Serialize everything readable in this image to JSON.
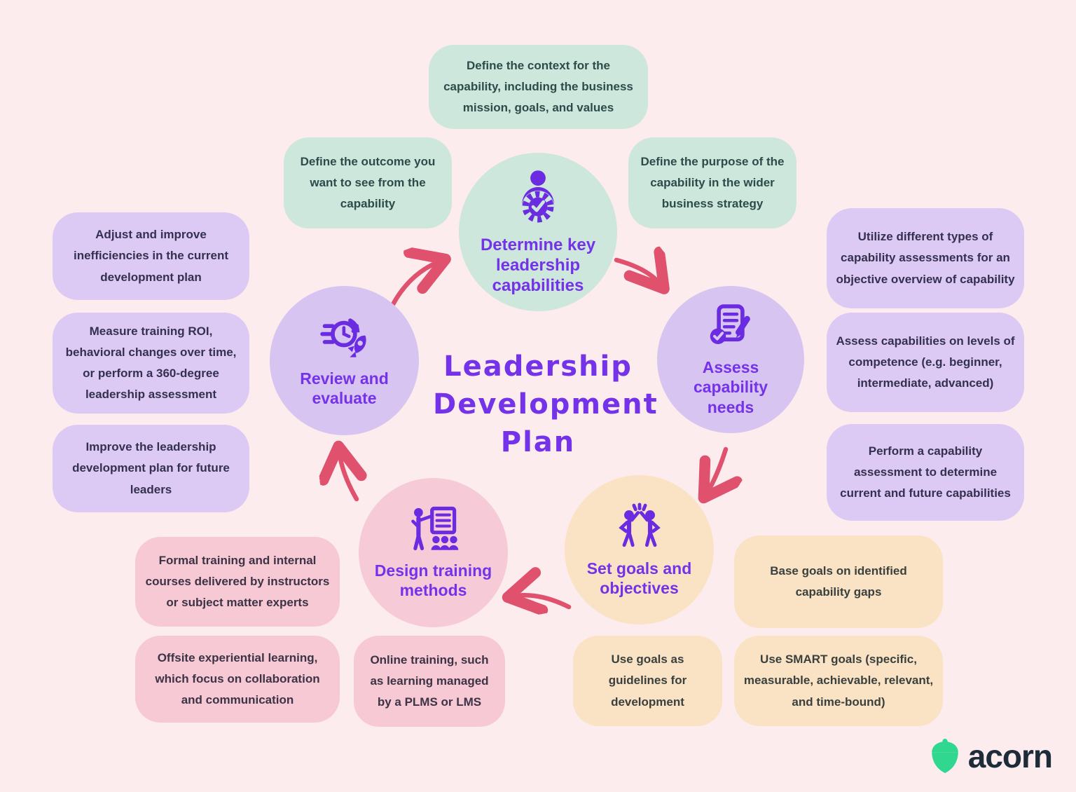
{
  "title": {
    "lines": [
      "Leadership",
      "Development",
      "Plan"
    ]
  },
  "stages": [
    {
      "label": "Determine key leadership capabilities",
      "icon": "person-gear-check-icon"
    },
    {
      "label": "Assess capability needs",
      "icon": "assessment-document-pencil-icon"
    },
    {
      "label": "Set goals and objectives",
      "icon": "high-five-people-icon"
    },
    {
      "label": "Design training methods",
      "icon": "presenter-audience-icon"
    },
    {
      "label": "Review and evaluate",
      "icon": "fast-clock-rocket-icon"
    }
  ],
  "callouts": [
    {
      "text": "Define the context for the capability, including the business mission, goals, and values",
      "group": "determine"
    },
    {
      "text": "Define the outcome you want to see from the capability",
      "group": "determine"
    },
    {
      "text": "Define the purpose of the capability in the wider business strategy",
      "group": "determine"
    },
    {
      "text": "Utilize different types of capability assessments for an objective overview of capability",
      "group": "assess"
    },
    {
      "text": "Assess capabilities on levels of competence (e.g. beginner, intermediate, advanced)",
      "group": "assess"
    },
    {
      "text": "Perform a capability assessment to determine current and future capabilities",
      "group": "assess"
    },
    {
      "text": "Base goals on identified capability gaps",
      "group": "goals"
    },
    {
      "text": "Use goals as guidelines for development",
      "group": "goals"
    },
    {
      "text": "Use SMART goals (specific, measurable, achievable, relevant, and time-bound)",
      "group": "goals"
    },
    {
      "text": "Formal training and internal courses delivered by instructors or subject matter experts",
      "group": "training"
    },
    {
      "text": "Offsite experiential learning, which focus on collaboration and communication",
      "group": "training"
    },
    {
      "text": "Online training, such as learning managed by a PLMS or LMS",
      "group": "training"
    },
    {
      "text": "Adjust and improve inefficiencies in the current development plan",
      "group": "review"
    },
    {
      "text": "Measure training ROI, behavioral changes over time, or perform a 360-degree leadership assessment",
      "group": "review"
    },
    {
      "text": "Improve the leadership development plan for future leaders",
      "group": "review"
    }
  ],
  "logo": {
    "text": "acorn"
  },
  "colors": {
    "background": "#fcecee",
    "mint": "#cde7dd",
    "lavender_box": "#dccaf4",
    "lavender_circle": "#d8c4f1",
    "pink_box": "#f6c9d5",
    "pink_circle": "#f6cbd7",
    "peach": "#fae3c4",
    "accent_purple": "#7433e8",
    "icon_purple": "#6b2be0",
    "arrow_red": "#e0516e",
    "green_text": "#2d4b49",
    "dark_text": "#343050",
    "logo_green": "#2fd78f",
    "logo_text": "#1e2b39"
  }
}
